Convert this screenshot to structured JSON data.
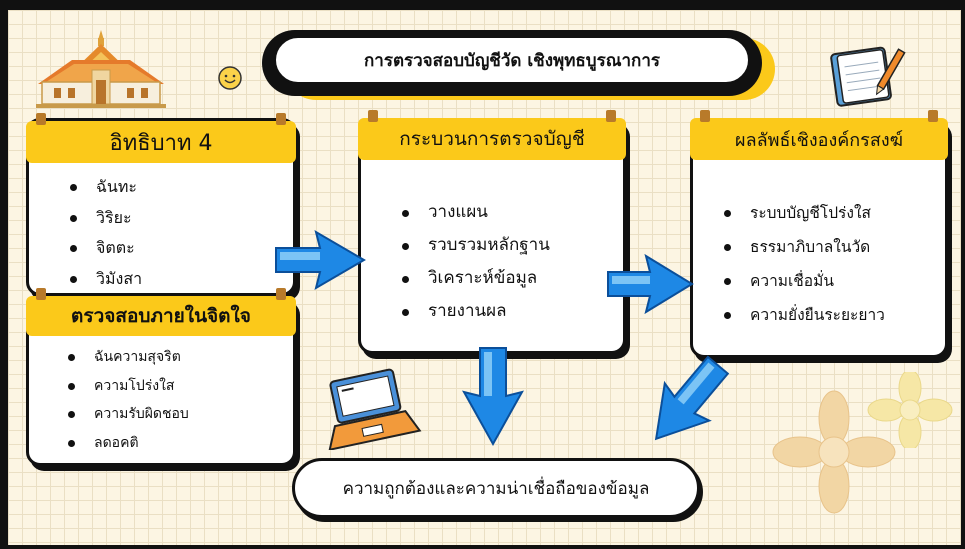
{
  "title": "การตรวจสอบบัญชีวัด เชิงพุทธบูรณาการ",
  "panels": {
    "iddhipada": {
      "header": "อิทธิบาท 4",
      "items": [
        "ฉันทะ",
        "วิริยะ",
        "จิตตะ",
        "วิมังสา"
      ]
    },
    "self_check": {
      "header": "ตรวจสอบภายในจิตใจ",
      "items": [
        "ฉันความสุจริต",
        "ความโปร่งใส",
        "ความรับผิดชอบ",
        "ลดอคติ"
      ]
    },
    "audit_process": {
      "header": "กระบวนการตรวจบัญชี",
      "items": [
        "วางแผน",
        "รวบรวมหลักฐาน",
        "วิเคราะห์ข้อมูล",
        "รายงานผล"
      ]
    },
    "outcomes": {
      "header": "ผลลัพธ์เชิงองค์กรสงฆ์",
      "items": [
        "ระบบบัญชีโปร่งใส",
        "ธรรมาภิบาลในวัด",
        "ความเชื่อมั่น",
        "ความยั่งยืนระยะยาว"
      ]
    }
  },
  "result": "ความถูกต้องและความน่าเชื่อถือของข้อมูล",
  "decorations": [
    "temple-icon",
    "smiley-icon",
    "notebook-icon",
    "laptop-icon",
    "flower-icon"
  ],
  "colors": {
    "accent": "#fbc91a",
    "arrow": "#1e88e5",
    "background": "#fcf5e3"
  }
}
